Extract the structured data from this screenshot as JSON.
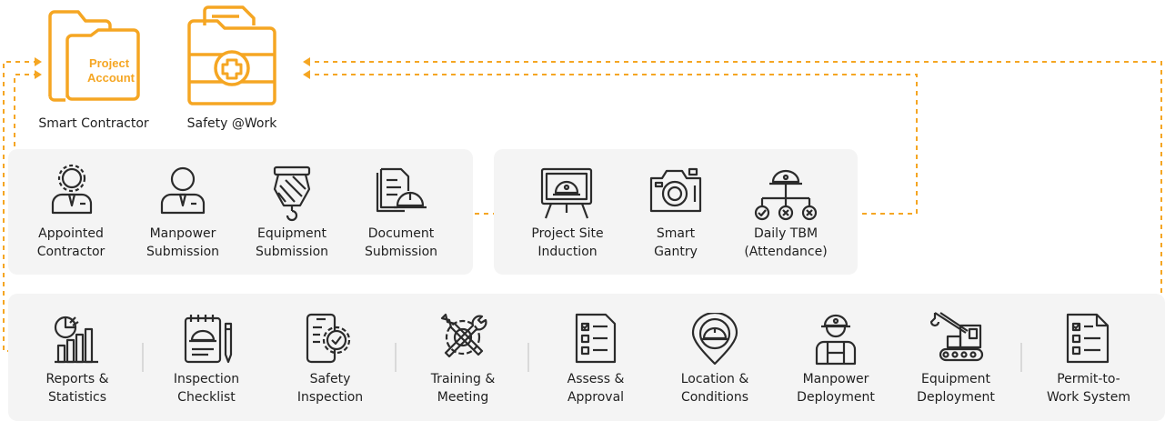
{
  "colors": {
    "accent": "#f5a623",
    "icon": "#2b2b2b",
    "panel": "#f4f4f4"
  },
  "top_apps": [
    {
      "name": "Smart Contractor",
      "icon": "folder-icon",
      "folder_text_1": "Project",
      "folder_text_2": "Account"
    },
    {
      "name": "Safety @Work",
      "icon": "medical-folder-icon"
    }
  ],
  "contractor_group": [
    {
      "label": "Appointed\nContractor",
      "icon": "appointed-contractor-icon"
    },
    {
      "label": "Manpower\nSubmission",
      "icon": "worker-icon"
    },
    {
      "label": "Equipment\nSubmission",
      "icon": "crane-hook-icon"
    },
    {
      "label": "Document\nSubmission",
      "icon": "document-helmet-icon"
    }
  ],
  "site_group": [
    {
      "label": "Project Site\nInduction",
      "icon": "induction-screen-icon"
    },
    {
      "label": "Smart\nGantry",
      "icon": "camera-icon"
    },
    {
      "label": "Daily TBM\n(Attendance)",
      "icon": "attendance-tree-icon"
    }
  ],
  "bottom_group": [
    {
      "label": "Reports &\nStatistics",
      "icon": "reports-chart-icon"
    },
    {
      "label": "Inspection\nChecklist",
      "icon": "clipboard-helmet-icon"
    },
    {
      "label": "Safety\nInspection",
      "icon": "phone-gear-icon"
    },
    {
      "label": "Training &\nMeeting",
      "icon": "tools-gear-icon"
    },
    {
      "label": "Assess &\nApproval",
      "icon": "checklist-doc-icon"
    },
    {
      "label": "Location &\nConditions",
      "icon": "location-helmet-icon"
    },
    {
      "label": "Manpower\nDeployment",
      "icon": "construction-worker-icon"
    },
    {
      "label": "Equipment\nDeployment",
      "icon": "excavator-icon"
    },
    {
      "label": "Permit-to-\nWork System",
      "icon": "permit-list-icon"
    }
  ]
}
